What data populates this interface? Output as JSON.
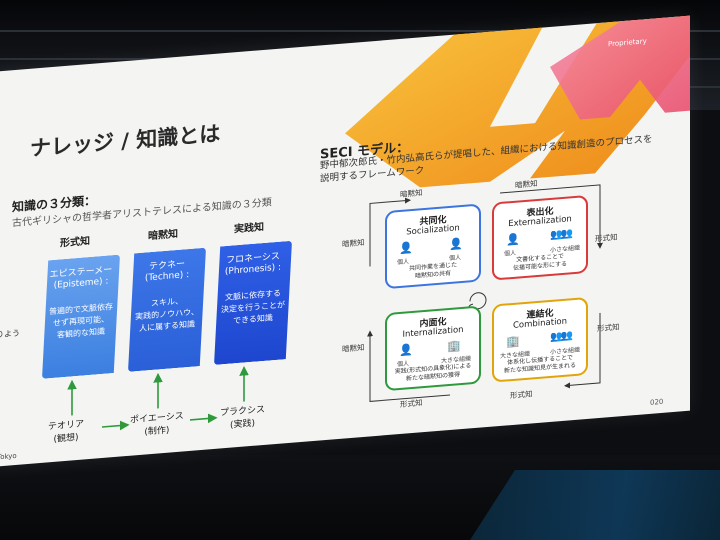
{
  "slide": {
    "title": "ナレッジ / 知識とは",
    "proprietary": "Proprietary",
    "page_number": "020",
    "left_cut_text": "ありよう",
    "footer_fragment": "xt Tokyo"
  },
  "left": {
    "heading": "知識の３分類：",
    "description": "古代ギリシャの哲学者アリストテレスによる知識の３分類",
    "columns": [
      {
        "header": "形式知",
        "name": "エピステーメー\n(Episteme) :",
        "desc": "普遍的で文脈依存\nせず再現可能、\n客観的な知識",
        "bottom": "テオリア\n(観想)"
      },
      {
        "header": "暗黙知",
        "name": "テクネー\n(Techne) :",
        "desc": "スキル、\n実践的ノウハウ、\n人に属する知識",
        "bottom": "ポイエーシス\n(制作)"
      },
      {
        "header": "実践知",
        "name": "フロネーシス\n(Phronesis) :",
        "desc": "文脈に依存する\n決定を行うことが\nできる知識",
        "bottom": "プラクシス\n(実践)"
      }
    ]
  },
  "seci": {
    "title": "SECI モデル：",
    "description": "野中郁次郎氏・竹内弘高氏らが提唱した、組織における知識創造のプロセスを説明するフレームワーク",
    "quadrants": [
      {
        "jp": "共同化",
        "en": "Socialization",
        "left_label": "個人",
        "right_label": "個人",
        "desc": "共同作業を通じた\n暗黙知の共有"
      },
      {
        "jp": "表出化",
        "en": "Externalization",
        "left_label": "個人",
        "right_label": "小さな組織",
        "desc": "文書化することで\n伝播可能な形にする"
      },
      {
        "jp": "内面化",
        "en": "Internalization",
        "left_label": "個人",
        "right_label": "大きな組織",
        "desc": "実践(形式知の具象化)による\n新たな暗黙知の獲得"
      },
      {
        "jp": "連結化",
        "en": "Combination",
        "left_label": "大きな組織",
        "right_label": "小さな組織",
        "desc": "体系化し伝播することで\n新たな知識知見が生まれる"
      }
    ],
    "edges": {
      "top_left": "暗黙知",
      "top_right": "暗黙知",
      "left_upper": "暗黙知",
      "right_upper": "形式知",
      "left_lower": "暗黙知",
      "right_lower": "形式知",
      "bottom_left": "形式知",
      "bottom_right": "形式知"
    }
  },
  "colors": {
    "socialization": "#3c74e0",
    "externalization": "#d93a3a",
    "internalization": "#2e9a3c",
    "combination": "#e2a40b",
    "arrow_green": "#2e9a3c",
    "orange_art": "#f2a31c",
    "pink_art": "#f06a8c"
  }
}
